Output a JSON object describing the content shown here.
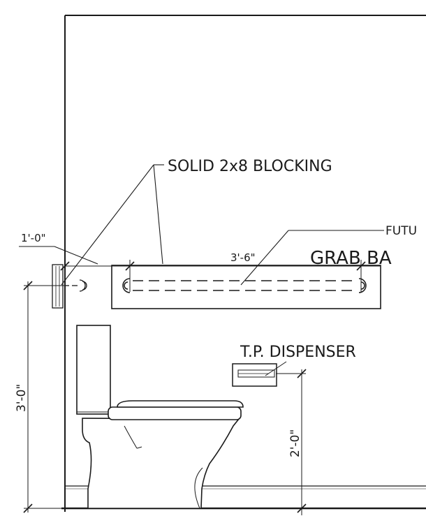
{
  "labels": {
    "blocking": "SOLID 2x8 BLOCKING",
    "future_line1": "FUTU",
    "future_line2": "GRAB BA",
    "tp_dispenser": "T.P. DISPENSER"
  },
  "dimensions": {
    "blocking_offset": "1'-0\"",
    "grab_bar_length": "3'-6\"",
    "grab_bar_height": "3'-0\"",
    "tp_height": "2'-0\""
  },
  "colors": {
    "ink": "#1a1a1a",
    "paper": "#ffffff"
  }
}
